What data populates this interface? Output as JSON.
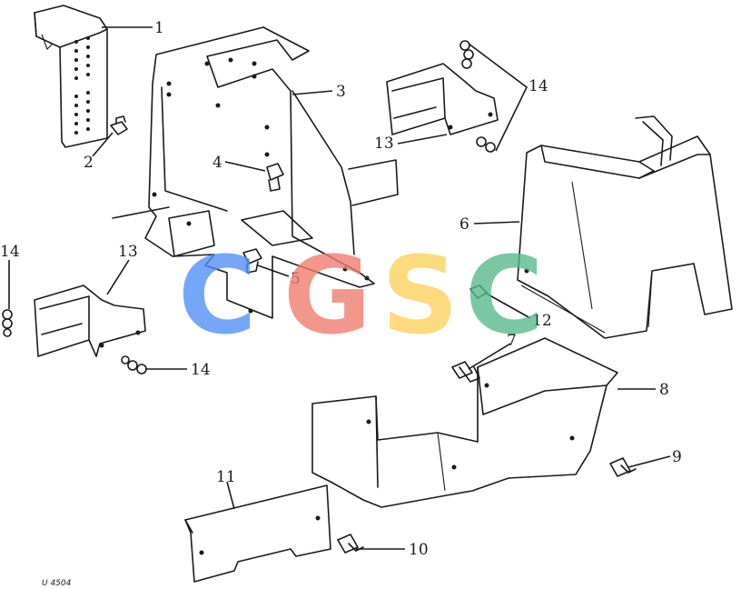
{
  "callouts": [
    {
      "label": "1"
    },
    {
      "label": "2"
    },
    {
      "label": "3"
    },
    {
      "label": "4"
    },
    {
      "label": "5"
    },
    {
      "label": "6"
    },
    {
      "label": "7"
    },
    {
      "label": "8"
    },
    {
      "label": "9"
    },
    {
      "label": "10"
    },
    {
      "label": "11"
    },
    {
      "label": "12"
    },
    {
      "label": "13"
    },
    {
      "label": "13"
    },
    {
      "label": "14"
    },
    {
      "label": "14"
    },
    {
      "label": "14"
    }
  ],
  "figure_code": "U 4504",
  "watermark": {
    "letters": [
      "C",
      "G",
      "S",
      "C"
    ],
    "colors": [
      "#4f8ef7",
      "#f07a6c",
      "#fbd15b",
      "#55b98a"
    ]
  }
}
